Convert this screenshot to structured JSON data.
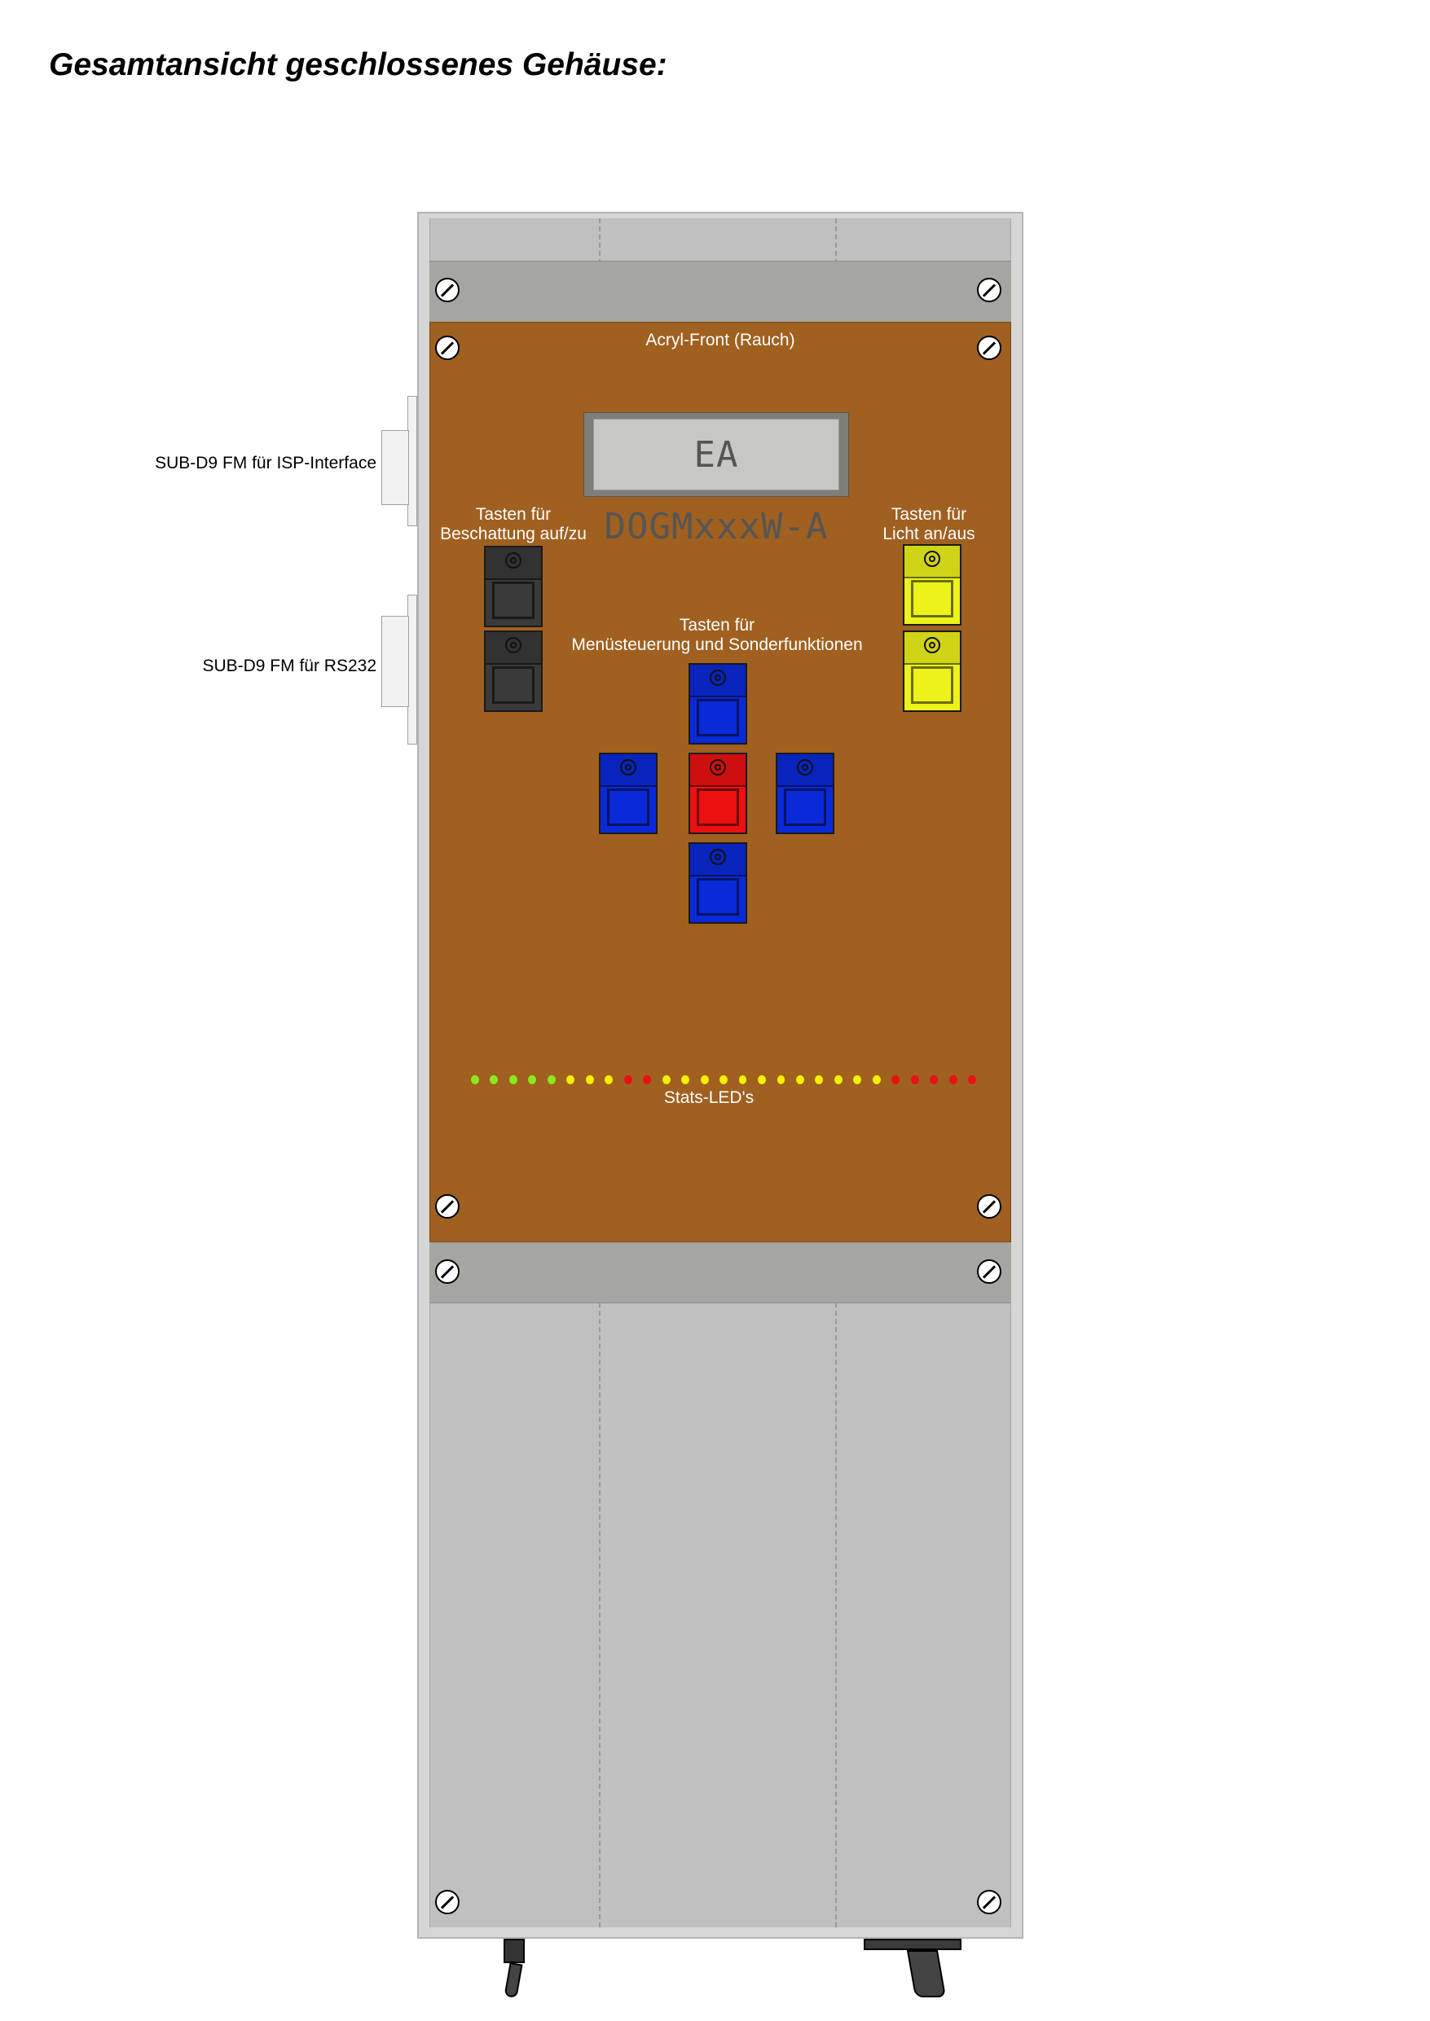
{
  "title": "Gesamtansicht geschlossenes Gehäuse:",
  "front_label": "Acryl-Front (Rauch)",
  "display_text": "EA DOGMxxxW-A",
  "labels": {
    "shade_keys_line1": "Tasten für",
    "shade_keys_line2": "Beschattung auf/zu",
    "light_keys_line1": "Tasten für",
    "light_keys_line2": "Licht an/aus",
    "menu_keys_line1": "Tasten für",
    "menu_keys_line2": "Menüsteuerung und Sonderfunktionen",
    "status_leds": "Stats-LED's"
  },
  "connectors": {
    "isp": "SUB-D9 FM für ISP-Interface",
    "rs232": "SUB-D9 FM für RS232"
  },
  "colors": {
    "front": "#a06020",
    "band": "#a5a6a2",
    "enclosure": "#c0c0c0",
    "key_black": "#3a3a3a",
    "key_yellow": "#ecf21a",
    "key_blue": "#0a2ad8",
    "key_red": "#ec1010"
  },
  "led_colors": [
    "green",
    "green",
    "green",
    "green",
    "green",
    "yellow",
    "yellow",
    "yellow",
    "red",
    "red",
    "yellow",
    "yellow",
    "yellow",
    "yellow",
    "yellow",
    "yellow",
    "yellow",
    "yellow",
    "yellow",
    "yellow",
    "yellow",
    "yellow",
    "red",
    "red",
    "red",
    "red",
    "red"
  ]
}
